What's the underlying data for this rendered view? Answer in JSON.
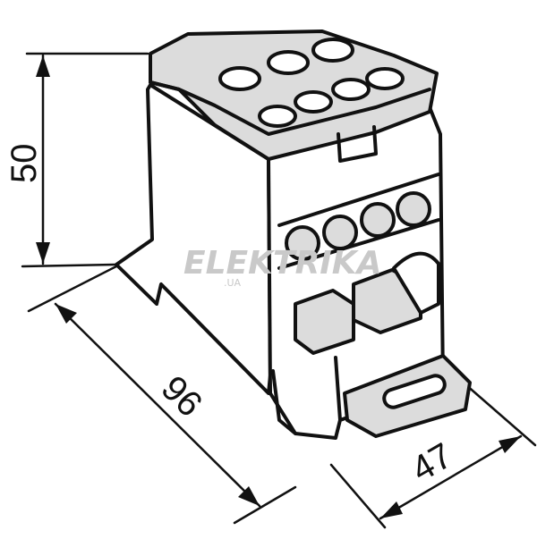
{
  "dimensions": {
    "height_label": "50",
    "length_label": "96",
    "width_label": "47"
  },
  "watermark": {
    "brand": "ELEKTRIKA",
    "domain": ".UA",
    "color": "#c9c9c9"
  },
  "colors": {
    "line": "#111111",
    "background": "#ffffff"
  }
}
